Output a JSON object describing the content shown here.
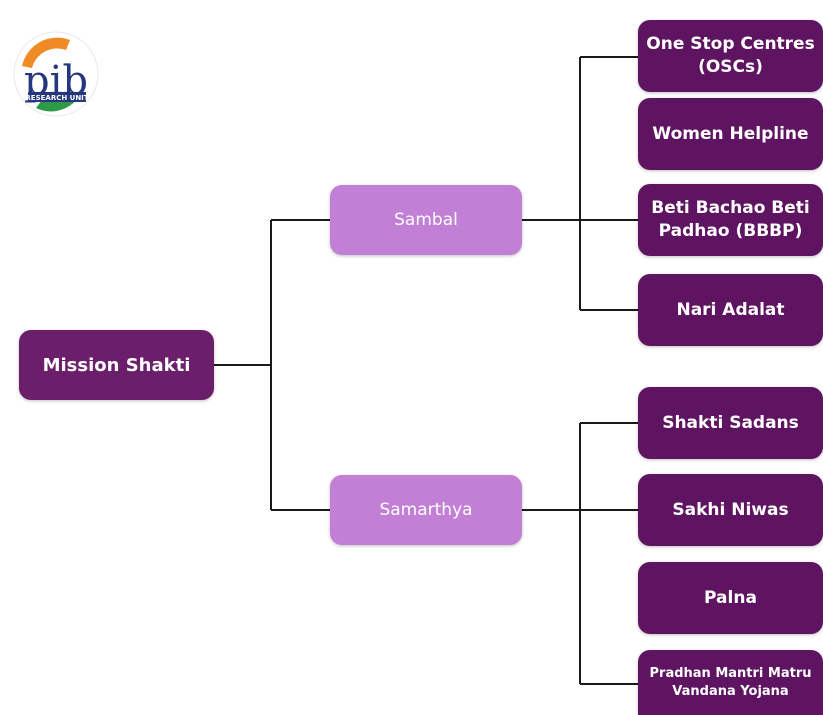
{
  "logo": {
    "main_text": "pib",
    "sub_text": "RESEARCH UNIT"
  },
  "root": {
    "label": "Mission Shakti"
  },
  "branches": [
    {
      "label": "Sambal",
      "children": [
        "One Stop Centres (OSCs)",
        "Women Helpline",
        "Beti Bachao Beti Padhao (BBBP)",
        "Nari Adalat"
      ]
    },
    {
      "label": "Samarthya",
      "children": [
        "Shakti Sadans",
        "Sakhi Niwas",
        "Palna",
        "Pradhan Mantri Matru Vandana Yojana"
      ]
    }
  ],
  "colors": {
    "root": "#6b1f6b",
    "branch": "#c17fd6",
    "leaf": "#5e1461",
    "connector": "#1a1a1a",
    "logo_saffron": "#f08a24",
    "logo_green": "#2e9a45",
    "logo_blue": "#27377d"
  }
}
